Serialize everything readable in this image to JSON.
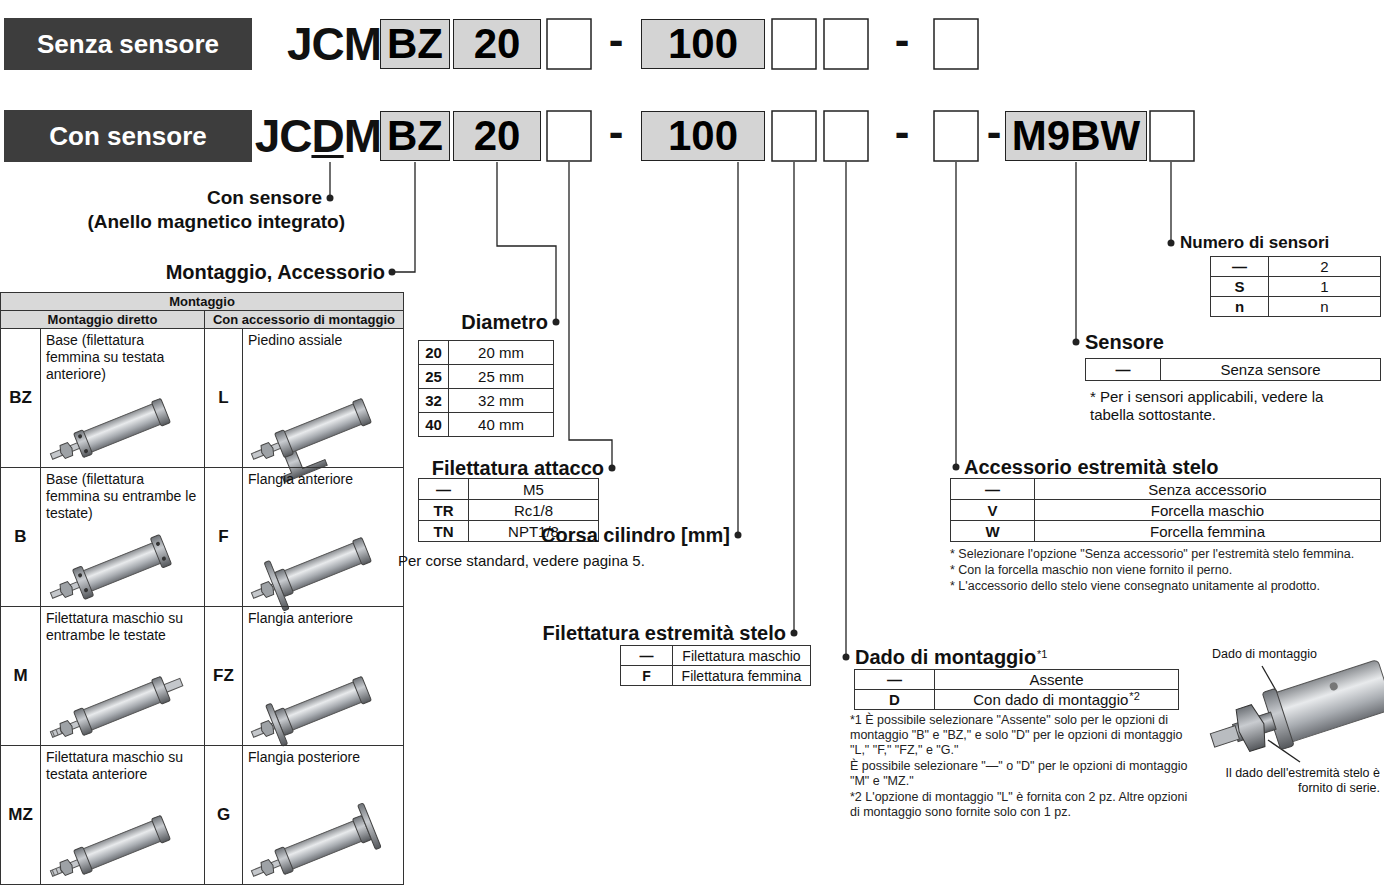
{
  "diagram": {
    "nodes": [
      {
        "text": [
          "Senza sensore"
        ]
      },
      {
        "text": [
          "Con sensore"
        ]
      },
      {
        "text": [
          "BZ"
        ]
      },
      {
        "text": [
          "20"
        ]
      },
      {
        "text": [
          "100"
        ]
      },
      {
        "text": [
          "BZ"
        ]
      },
      {
        "text": [
          "20"
        ]
      },
      {
        "text": [
          "100"
        ]
      },
      {
        "text": [
          "M9BW"
        ]
      }
    ],
    "labels": [
      "JCM",
      "-",
      "-",
      "JC",
      "D",
      "M",
      "-",
      "-",
      "-",
      "Con sensore",
      "(Anello magnetico integrato)",
      "Montaggio, Accessorio",
      "Montaggio",
      "Montaggio diretto",
      "Con accessorio di montaggio",
      "BZ",
      "Base (filettatura femmina su testata anteriore)",
      "L",
      "Piedino assiale",
      "B",
      "Base (filettatura femmina su entrambe le testate)",
      "F",
      "Flangia anteriore",
      "M",
      "Filettatura maschio su entrambe le testate",
      "FZ",
      "Flangia anteriore",
      "MZ",
      "Filettatura maschio su testata anteriore",
      "G",
      "Flangia posteriore",
      "Diametro",
      "20",
      "20 mm",
      "25",
      "25 mm",
      "32",
      "32 mm",
      "40",
      "40 mm",
      "Filettatura attacco",
      "—",
      "M5",
      "TR",
      "Rc1/8",
      "TN",
      "NPT1/8",
      "Corsa cilindro [mm]",
      "Per corse standard, vedere pagina 5.",
      "Filettatura estremità stelo",
      "—",
      "Filettatura maschio",
      "F",
      "Filettatura femmina",
      "Dado di montaggio",
      "*1",
      "—",
      "Assente",
      "D",
      "Con dado di montaggio",
      "*2",
      "*1 È possibile selezionare \"Assente\" solo per le opzioni di montaggio \"B\" e \"BZ,\" e solo \"D\" per le opzioni di montaggio \"L,\" \"F,\" \"FZ,\" e \"G.\"",
      "È possibile selezionare \"—\" o \"D\" per le opzioni di montaggio \"M\" e \"MZ.\"",
      "*2 L'opzione di montaggio \"L\" è fornita con 2 pz. Altre opzioni di montaggio sono fornite solo con 1 pz.",
      "Dado di montaggio",
      "Il dado dell'estremità stelo è fornito di serie.",
      "Accessorio estremità stelo",
      "—",
      "Senza accessorio",
      "V",
      "Forcella maschio",
      "W",
      "Forcella femmina",
      "* Selezionare l'opzione \"Senza accessorio\" per l'estremità stelo femmina.",
      "* Con la forcella maschio non viene fornito il perno.",
      "* L'accessorio dello stelo viene consegnato unitamente al prodotto.",
      "Sensore",
      "—",
      "Senza sensore",
      "* Per i sensori applicabili, vedere la tabella sottostante.",
      "Numero di sensori",
      "—",
      "2",
      "S",
      "1",
      "n",
      "n"
    ]
  }
}
